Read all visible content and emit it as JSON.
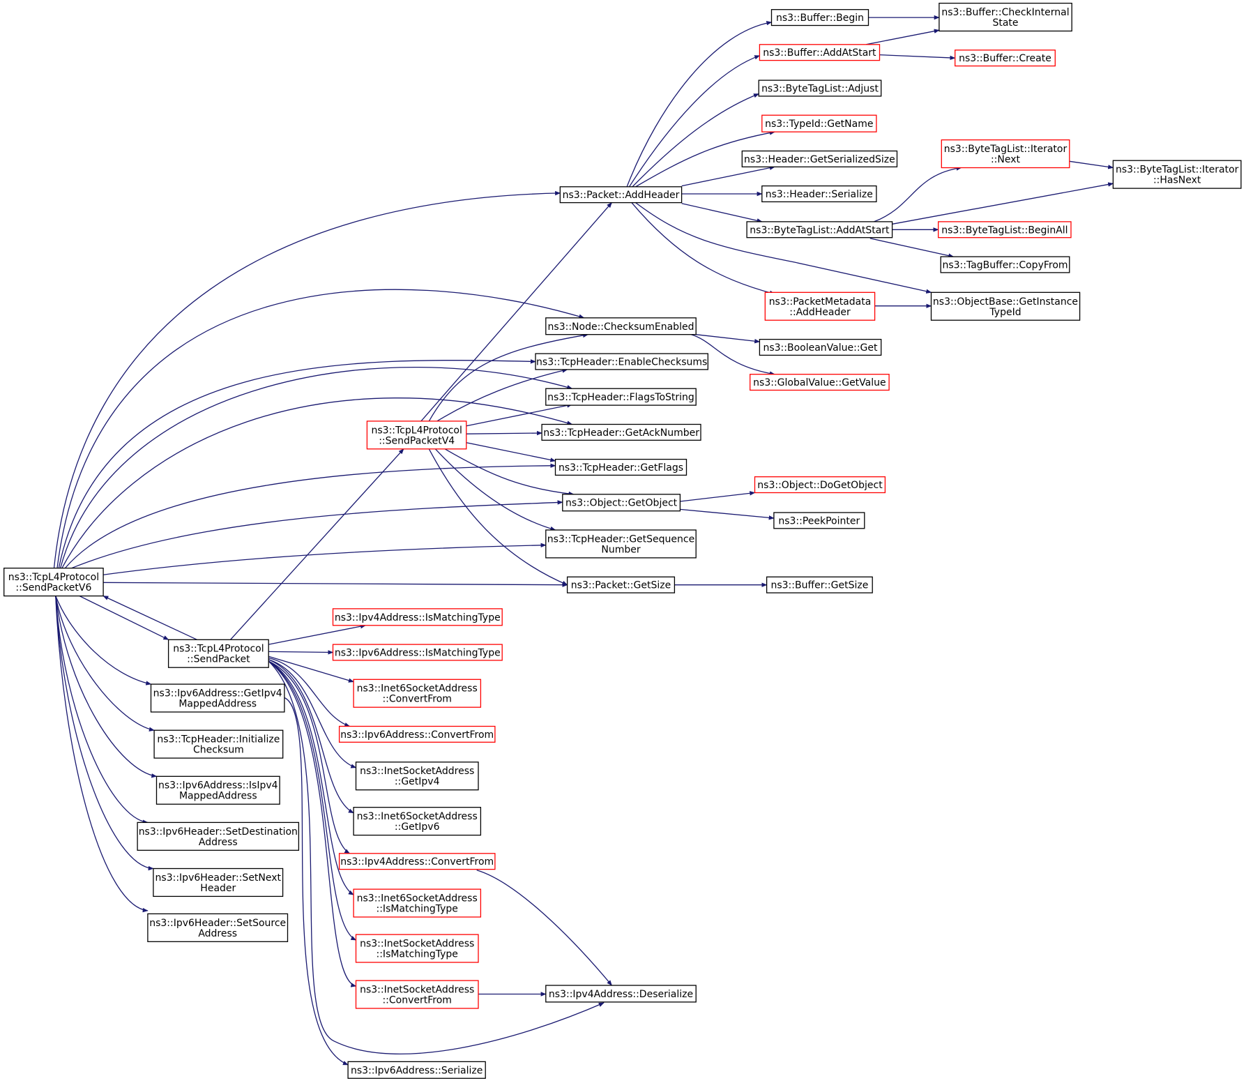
{
  "colors": {
    "edge": "#191970",
    "border_default": "#000000",
    "border_red": "#ff0000",
    "root_fill": "#bfbfbf"
  },
  "nodes": [
    {
      "id": "root",
      "lines": [
        "ns3::TcpL4Protocol",
        "::SendPacketV6"
      ],
      "style": "root"
    },
    {
      "id": "sendPacket",
      "lines": [
        "ns3::TcpL4Protocol",
        "::SendPacket"
      ],
      "style": "default"
    },
    {
      "id": "sendPacketV4",
      "lines": [
        "ns3::TcpL4Protocol",
        "::SendPacketV4"
      ],
      "style": "red"
    },
    {
      "id": "getIpv4Mapped",
      "lines": [
        "ns3::Ipv6Address::GetIpv4",
        "MappedAddress"
      ],
      "style": "default"
    },
    {
      "id": "initChecksum",
      "lines": [
        "ns3::TcpHeader::Initialize",
        "Checksum"
      ],
      "style": "default"
    },
    {
      "id": "isIpv4Mapped",
      "lines": [
        "ns3::Ipv6Address::IsIpv4",
        "MappedAddress"
      ],
      "style": "default"
    },
    {
      "id": "setDest",
      "lines": [
        "ns3::Ipv6Header::SetDestination",
        "Address"
      ],
      "style": "default"
    },
    {
      "id": "setNext",
      "lines": [
        "ns3::Ipv6Header::SetNext",
        "Header"
      ],
      "style": "default"
    },
    {
      "id": "setSource",
      "lines": [
        "ns3::Ipv6Header::SetSource",
        "Address"
      ],
      "style": "default"
    },
    {
      "id": "addHeader",
      "lines": [
        "ns3::Packet::AddHeader"
      ],
      "style": "default"
    },
    {
      "id": "checksumEnabled",
      "lines": [
        "ns3::Node::ChecksumEnabled"
      ],
      "style": "default"
    },
    {
      "id": "enableChecksums",
      "lines": [
        "ns3::TcpHeader::EnableChecksums"
      ],
      "style": "default"
    },
    {
      "id": "flagsToString",
      "lines": [
        "ns3::TcpHeader::FlagsToString"
      ],
      "style": "default"
    },
    {
      "id": "getAckNumber",
      "lines": [
        "ns3::TcpHeader::GetAckNumber"
      ],
      "style": "default"
    },
    {
      "id": "getFlags",
      "lines": [
        "ns3::TcpHeader::GetFlags"
      ],
      "style": "default"
    },
    {
      "id": "getObject",
      "lines": [
        "ns3::Object::GetObject"
      ],
      "style": "default"
    },
    {
      "id": "getSeqNumber",
      "lines": [
        "ns3::TcpHeader::GetSequence",
        "Number"
      ],
      "style": "default"
    },
    {
      "id": "packetGetSize",
      "lines": [
        "ns3::Packet::GetSize"
      ],
      "style": "default"
    },
    {
      "id": "bufferBegin",
      "lines": [
        "ns3::Buffer::Begin"
      ],
      "style": "default"
    },
    {
      "id": "bufferAddAtStart",
      "lines": [
        "ns3::Buffer::AddAtStart"
      ],
      "style": "red"
    },
    {
      "id": "bufferCheckInternal",
      "lines": [
        "ns3::Buffer::CheckInternal",
        "State"
      ],
      "style": "default"
    },
    {
      "id": "bufferCreate",
      "lines": [
        "ns3::Buffer::Create"
      ],
      "style": "red"
    },
    {
      "id": "btlAdjust",
      "lines": [
        "ns3::ByteTagList::Adjust"
      ],
      "style": "default"
    },
    {
      "id": "typeIdGetName",
      "lines": [
        "ns3::TypeId::GetName"
      ],
      "style": "red"
    },
    {
      "id": "headerGetSerSize",
      "lines": [
        "ns3::Header::GetSerializedSize"
      ],
      "style": "default"
    },
    {
      "id": "headerSerialize",
      "lines": [
        "ns3::Header::Serialize"
      ],
      "style": "default"
    },
    {
      "id": "btlAddAtStart",
      "lines": [
        "ns3::ByteTagList::AddAtStart"
      ],
      "style": "default"
    },
    {
      "id": "btlIterNext",
      "lines": [
        "ns3::ByteTagList::Iterator",
        "::Next"
      ],
      "style": "red"
    },
    {
      "id": "btlIterHasNext",
      "lines": [
        "ns3::ByteTagList::Iterator",
        "::HasNext"
      ],
      "style": "default"
    },
    {
      "id": "btlBeginAll",
      "lines": [
        "ns3::ByteTagList::BeginAll"
      ],
      "style": "red"
    },
    {
      "id": "tagBufferCopyFrom",
      "lines": [
        "ns3::TagBuffer::CopyFrom"
      ],
      "style": "default"
    },
    {
      "id": "pmAddHeader",
      "lines": [
        "ns3::PacketMetadata",
        "::AddHeader"
      ],
      "style": "red"
    },
    {
      "id": "objGetInstTypeId",
      "lines": [
        "ns3::ObjectBase::GetInstance",
        "TypeId"
      ],
      "style": "default"
    },
    {
      "id": "boolValueGet",
      "lines": [
        "ns3::BooleanValue::Get"
      ],
      "style": "default"
    },
    {
      "id": "globalValueGetValue",
      "lines": [
        "ns3::GlobalValue::GetValue"
      ],
      "style": "red"
    },
    {
      "id": "objDoGetObject",
      "lines": [
        "ns3::Object::DoGetObject"
      ],
      "style": "red"
    },
    {
      "id": "peekPointer",
      "lines": [
        "ns3::PeekPointer"
      ],
      "style": "default"
    },
    {
      "id": "bufferGetSize",
      "lines": [
        "ns3::Buffer::GetSize"
      ],
      "style": "default"
    },
    {
      "id": "ipv4IsMatching",
      "lines": [
        "ns3::Ipv4Address::IsMatchingType"
      ],
      "style": "red"
    },
    {
      "id": "ipv6IsMatching",
      "lines": [
        "ns3::Ipv6Address::IsMatchingType"
      ],
      "style": "red"
    },
    {
      "id": "inet6ConvertFrom",
      "lines": [
        "ns3::Inet6SocketAddress",
        "::ConvertFrom"
      ],
      "style": "red"
    },
    {
      "id": "ipv6ConvertFrom",
      "lines": [
        "ns3::Ipv6Address::ConvertFrom"
      ],
      "style": "red"
    },
    {
      "id": "inetGetIpv4",
      "lines": [
        "ns3::InetSocketAddress",
        "::GetIpv4"
      ],
      "style": "default"
    },
    {
      "id": "inet6GetIpv6",
      "lines": [
        "ns3::Inet6SocketAddress",
        "::GetIpv6"
      ],
      "style": "default"
    },
    {
      "id": "ipv4ConvertFrom",
      "lines": [
        "ns3::Ipv4Address::ConvertFrom"
      ],
      "style": "red"
    },
    {
      "id": "inet6IsMatching",
      "lines": [
        "ns3::Inet6SocketAddress",
        "::IsMatchingType"
      ],
      "style": "red"
    },
    {
      "id": "inetIsMatching",
      "lines": [
        "ns3::InetSocketAddress",
        "::IsMatchingType"
      ],
      "style": "red"
    },
    {
      "id": "inetConvertFrom",
      "lines": [
        "ns3::InetSocketAddress",
        "::ConvertFrom"
      ],
      "style": "red"
    },
    {
      "id": "ipv4Deserialize",
      "lines": [
        "ns3::Ipv4Address::Deserialize"
      ],
      "style": "default"
    },
    {
      "id": "ipv6Serialize",
      "lines": [
        "ns3::Ipv6Address::Serialize"
      ],
      "style": "default"
    }
  ]
}
